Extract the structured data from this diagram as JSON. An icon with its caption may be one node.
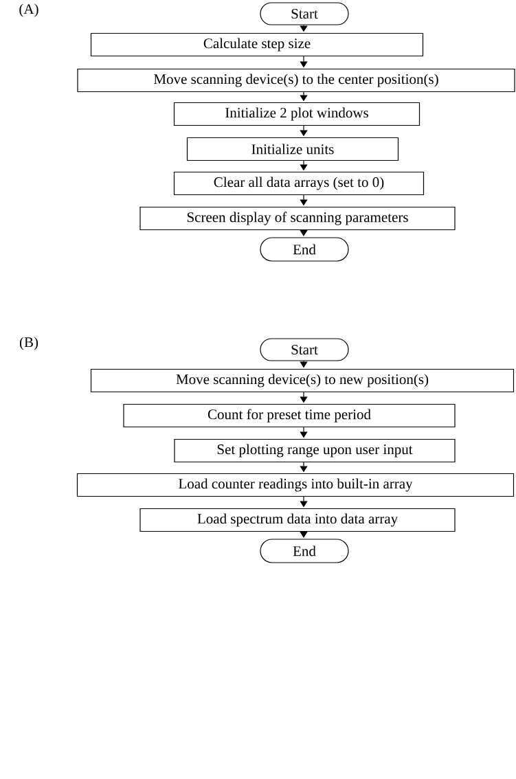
{
  "diagram": {
    "nodes": [
      {
        "text": [
          "Start"
        ]
      },
      {
        "text": [
          "Calculate step size"
        ]
      },
      {
        "text": [
          "Move scanning device(s) to the center position(s)"
        ]
      },
      {
        "text": [
          "Initialize 2 plot windows"
        ]
      },
      {
        "text": [
          "Initialize units"
        ]
      },
      {
        "text": [
          "Clear all data arrays (set to 0)"
        ]
      },
      {
        "text": [
          "Screen display of scanning parameters"
        ]
      },
      {
        "text": [
          "End"
        ]
      },
      {
        "text": [
          "Start"
        ]
      },
      {
        "text": [
          "Move scanning device(s) to new position(s)"
        ]
      },
      {
        "text": [
          "Count for preset time period"
        ]
      },
      {
        "text": [
          "Set plotting range upon user input"
        ]
      },
      {
        "text": [
          "Load counter readings into built-in array"
        ]
      },
      {
        "text": [
          "Load spectrum data into data array"
        ]
      },
      {
        "text": [
          "End"
        ]
      }
    ],
    "edges": [
      {
        "from": 0,
        "to": 1,
        "arrow": "to"
      },
      {
        "from": 1,
        "to": 2,
        "arrow": "to"
      },
      {
        "from": 2,
        "to": 3,
        "arrow": "to"
      },
      {
        "from": 3,
        "to": 4,
        "arrow": "to"
      },
      {
        "from": 4,
        "to": 5,
        "arrow": "to"
      },
      {
        "from": 5,
        "to": 6,
        "arrow": "to"
      },
      {
        "from": 6,
        "to": 7,
        "arrow": "to"
      },
      {
        "from": 8,
        "to": 9,
        "arrow": "to"
      },
      {
        "from": 9,
        "to": 10,
        "arrow": "to"
      },
      {
        "from": 10,
        "to": 11,
        "arrow": "to"
      },
      {
        "from": 11,
        "to": 12,
        "arrow": "to"
      },
      {
        "from": 12,
        "to": 13,
        "arrow": "to"
      },
      {
        "from": 13,
        "to": 14,
        "arrow": "to"
      }
    ],
    "labels": [
      "(A)",
      "(B)"
    ]
  }
}
